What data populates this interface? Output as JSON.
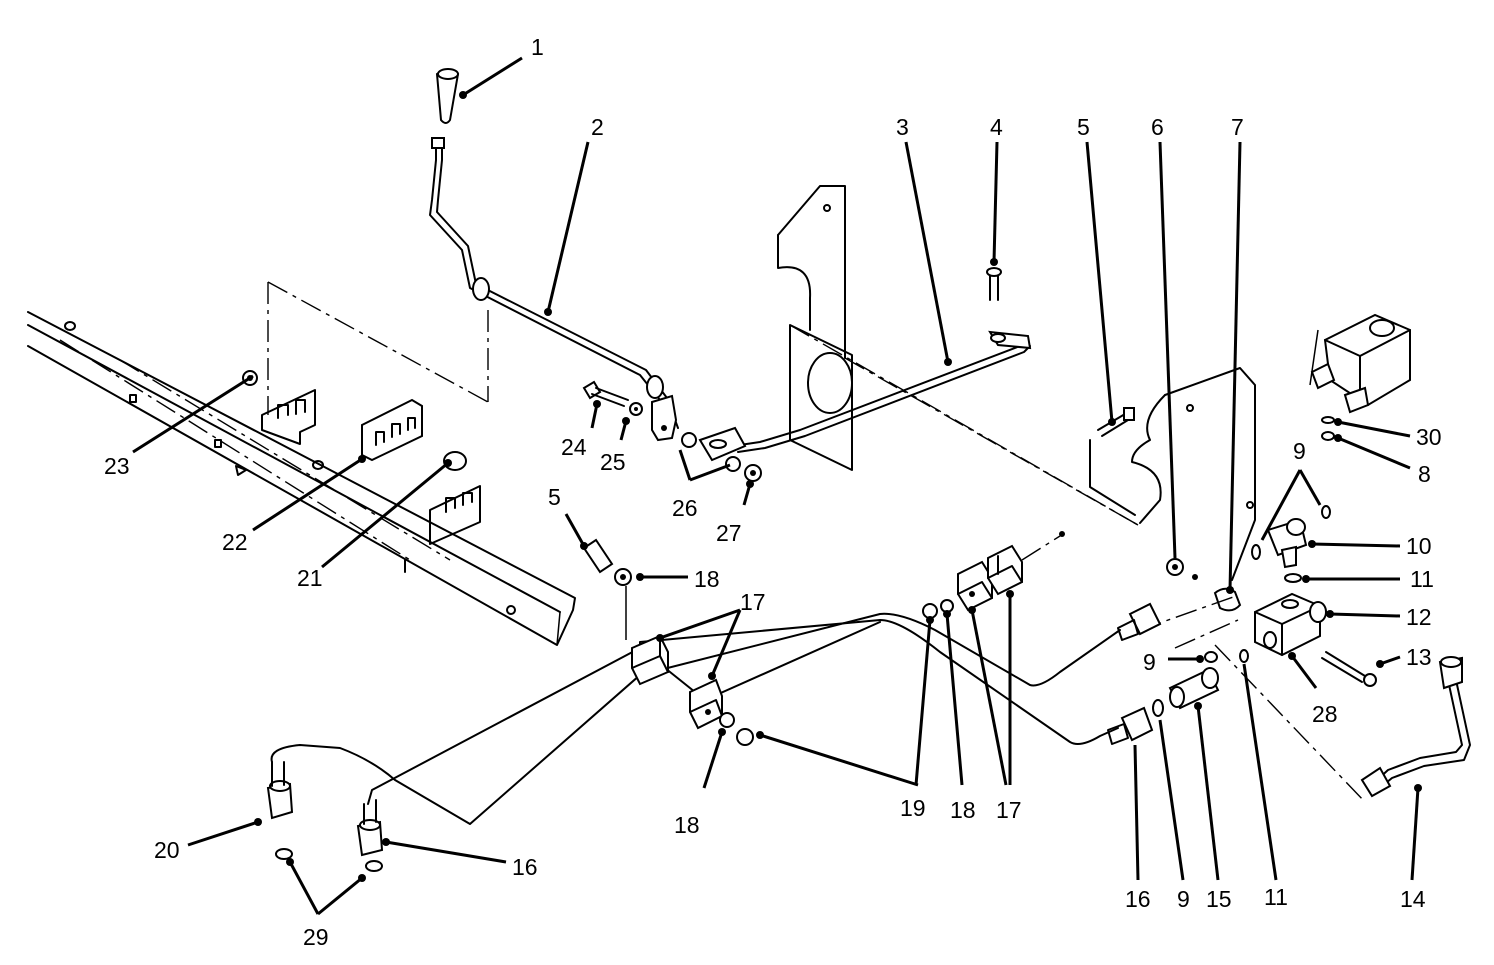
{
  "diagram": {
    "callouts": [
      "1",
      "2",
      "3",
      "4",
      "5",
      "6",
      "7",
      "5",
      "9",
      "10",
      "11",
      "12",
      "13",
      "14",
      "15",
      "16",
      "9",
      "11",
      "16",
      "17",
      "17",
      "18",
      "18",
      "18",
      "19",
      "20",
      "21",
      "22",
      "23",
      "24",
      "25",
      "26",
      "27",
      "28",
      "29",
      "30",
      "8",
      "9"
    ]
  },
  "colors": {
    "ink": "#000000",
    "paper": "#ffffff"
  }
}
